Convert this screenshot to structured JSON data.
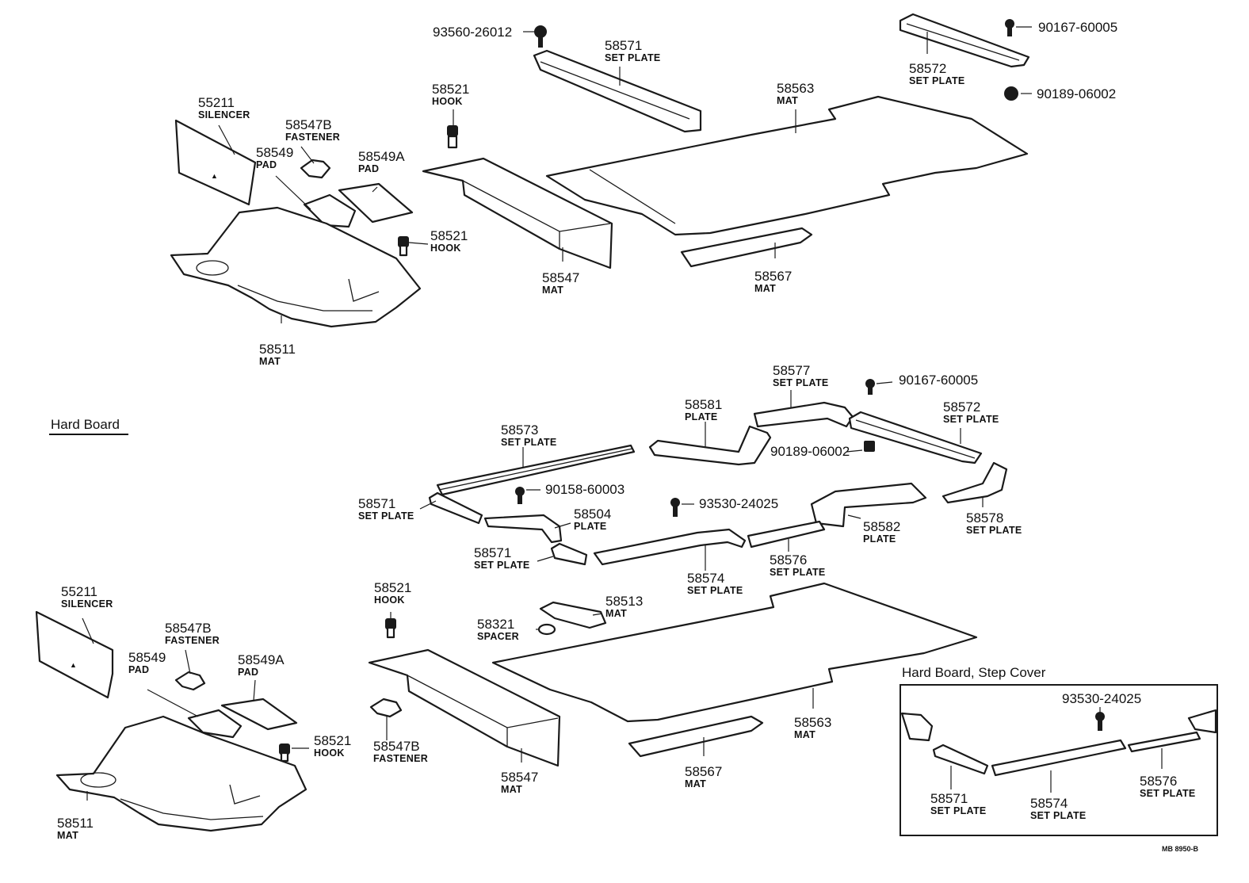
{
  "sections": {
    "hard_board": "Hard Board",
    "hard_board_step_cover": "Hard Board, Step Cover"
  },
  "drawing_code": "MB 8950-B",
  "callouts": [
    {
      "num": "55211",
      "desc": "SILENCER"
    },
    {
      "num": "58547B",
      "desc": "FASTENER"
    },
    {
      "num": "58549",
      "desc": "PAD"
    },
    {
      "num": "58549A",
      "desc": "PAD"
    },
    {
      "num": "58511",
      "desc": "MAT"
    },
    {
      "num": "58521",
      "desc": "HOOK"
    },
    {
      "num": "58521",
      "desc": "HOOK"
    },
    {
      "num": "93560-26012",
      "desc": ""
    },
    {
      "num": "58571",
      "desc": "SET PLATE"
    },
    {
      "num": "58547",
      "desc": "MAT"
    },
    {
      "num": "58563",
      "desc": "MAT"
    },
    {
      "num": "58567",
      "desc": "MAT"
    },
    {
      "num": "58572",
      "desc": "SET PLATE"
    },
    {
      "num": "90167-60005",
      "desc": ""
    },
    {
      "num": "90189-06002",
      "desc": ""
    },
    {
      "num": "58577",
      "desc": "SET PLATE"
    },
    {
      "num": "90167-60005",
      "desc": ""
    },
    {
      "num": "58581",
      "desc": "PLATE"
    },
    {
      "num": "58572",
      "desc": "SET PLATE"
    },
    {
      "num": "90189-06002",
      "desc": ""
    },
    {
      "num": "58573",
      "desc": "SET PLATE"
    },
    {
      "num": "90158-60003",
      "desc": ""
    },
    {
      "num": "58571",
      "desc": "SET PLATE"
    },
    {
      "num": "58504",
      "desc": "PLATE"
    },
    {
      "num": "93530-24025",
      "desc": ""
    },
    {
      "num": "58582",
      "desc": "PLATE"
    },
    {
      "num": "58578",
      "desc": "SET PLATE"
    },
    {
      "num": "58571",
      "desc": "SET PLATE"
    },
    {
      "num": "58574",
      "desc": "SET PLATE"
    },
    {
      "num": "58576",
      "desc": "SET PLATE"
    },
    {
      "num": "55211",
      "desc": "SILENCER"
    },
    {
      "num": "58547B",
      "desc": "FASTENER"
    },
    {
      "num": "58549",
      "desc": "PAD"
    },
    {
      "num": "58549A",
      "desc": "PAD"
    },
    {
      "num": "58521",
      "desc": "HOOK"
    },
    {
      "num": "58511",
      "desc": "MAT"
    },
    {
      "num": "58521",
      "desc": "HOOK"
    },
    {
      "num": "58513",
      "desc": "MAT"
    },
    {
      "num": "58321",
      "desc": "SPACER"
    },
    {
      "num": "58547B",
      "desc": "FASTENER"
    },
    {
      "num": "58547",
      "desc": "MAT"
    },
    {
      "num": "58567",
      "desc": "MAT"
    },
    {
      "num": "58563",
      "desc": "MAT"
    },
    {
      "num": "93530-24025",
      "desc": ""
    },
    {
      "num": "58571",
      "desc": "SET PLATE"
    },
    {
      "num": "58574",
      "desc": "SET PLATE"
    },
    {
      "num": "58576",
      "desc": "SET PLATE"
    }
  ]
}
